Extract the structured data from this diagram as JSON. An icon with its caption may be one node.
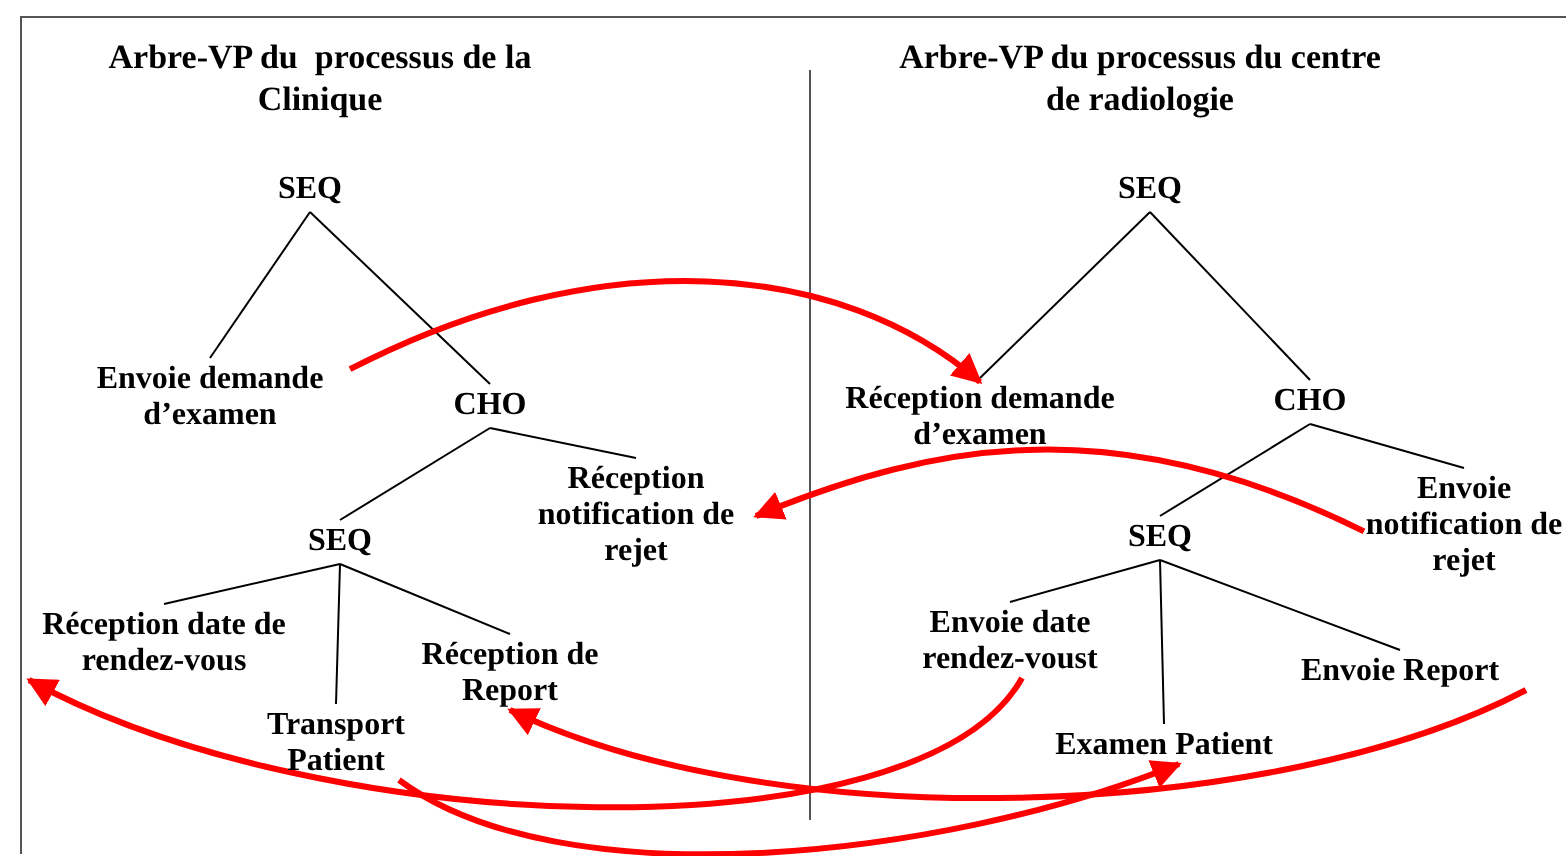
{
  "diagram": {
    "nodes": [
      {
        "text": [
          "SEQ"
        ]
      },
      {
        "text": [
          "Envoie demande d’examen"
        ]
      },
      {
        "text": [
          "CHO"
        ]
      },
      {
        "text": [
          "Réception notification de rejet"
        ]
      },
      {
        "text": [
          "SEQ"
        ]
      },
      {
        "text": [
          "Réception date de rendez-vous"
        ]
      },
      {
        "text": [
          "Transport Patient"
        ]
      },
      {
        "text": [
          "Réception de Report"
        ]
      },
      {
        "text": [
          "SEQ"
        ]
      },
      {
        "text": [
          "Réception demande d’examen"
        ]
      },
      {
        "text": [
          "CHO"
        ]
      },
      {
        "text": [
          "Envoie notification de rejet"
        ]
      },
      {
        "text": [
          "SEQ"
        ]
      },
      {
        "text": [
          "Envoie date rendez-voust"
        ]
      },
      {
        "text": [
          "Examen Patient"
        ]
      },
      {
        "text": [
          "Envoie Report"
        ]
      }
    ],
    "edges": [
      {
        "from": 0,
        "to": 1,
        "arrow": "none"
      },
      {
        "from": 0,
        "to": 2,
        "arrow": "none"
      },
      {
        "from": 2,
        "to": 3,
        "arrow": "none"
      },
      {
        "from": 2,
        "to": 4,
        "arrow": "none"
      },
      {
        "from": 4,
        "to": 5,
        "arrow": "none"
      },
      {
        "from": 4,
        "to": 6,
        "arrow": "none"
      },
      {
        "from": 4,
        "to": 7,
        "arrow": "none"
      },
      {
        "from": 8,
        "to": 9,
        "arrow": "none"
      },
      {
        "from": 8,
        "to": 10,
        "arrow": "none"
      },
      {
        "from": 10,
        "to": 11,
        "arrow": "none"
      },
      {
        "from": 10,
        "to": 12,
        "arrow": "none"
      },
      {
        "from": 12,
        "to": 13,
        "arrow": "none"
      },
      {
        "from": 12,
        "to": 14,
        "arrow": "none"
      },
      {
        "from": 12,
        "to": 15,
        "arrow": "none"
      },
      {
        "from": 1,
        "to": 9,
        "arrow": "to",
        "style": "thick",
        "color": "#ff0000"
      },
      {
        "from": 11,
        "to": 3,
        "arrow": "to",
        "style": "thick",
        "color": "#ff0000"
      },
      {
        "from": 13,
        "to": 5,
        "arrow": "to",
        "style": "thick",
        "color": "#ff0000"
      },
      {
        "from": 6,
        "to": 14,
        "arrow": "to",
        "style": "thick",
        "color": "#ff0000"
      },
      {
        "from": 15,
        "to": 7,
        "arrow": "to",
        "style": "thick",
        "color": "#ff0000"
      }
    ],
    "labels": [
      "Arbre-VP du  processus de la Clinique",
      "Arbre-VP du processus du centre de radiologie"
    ]
  }
}
